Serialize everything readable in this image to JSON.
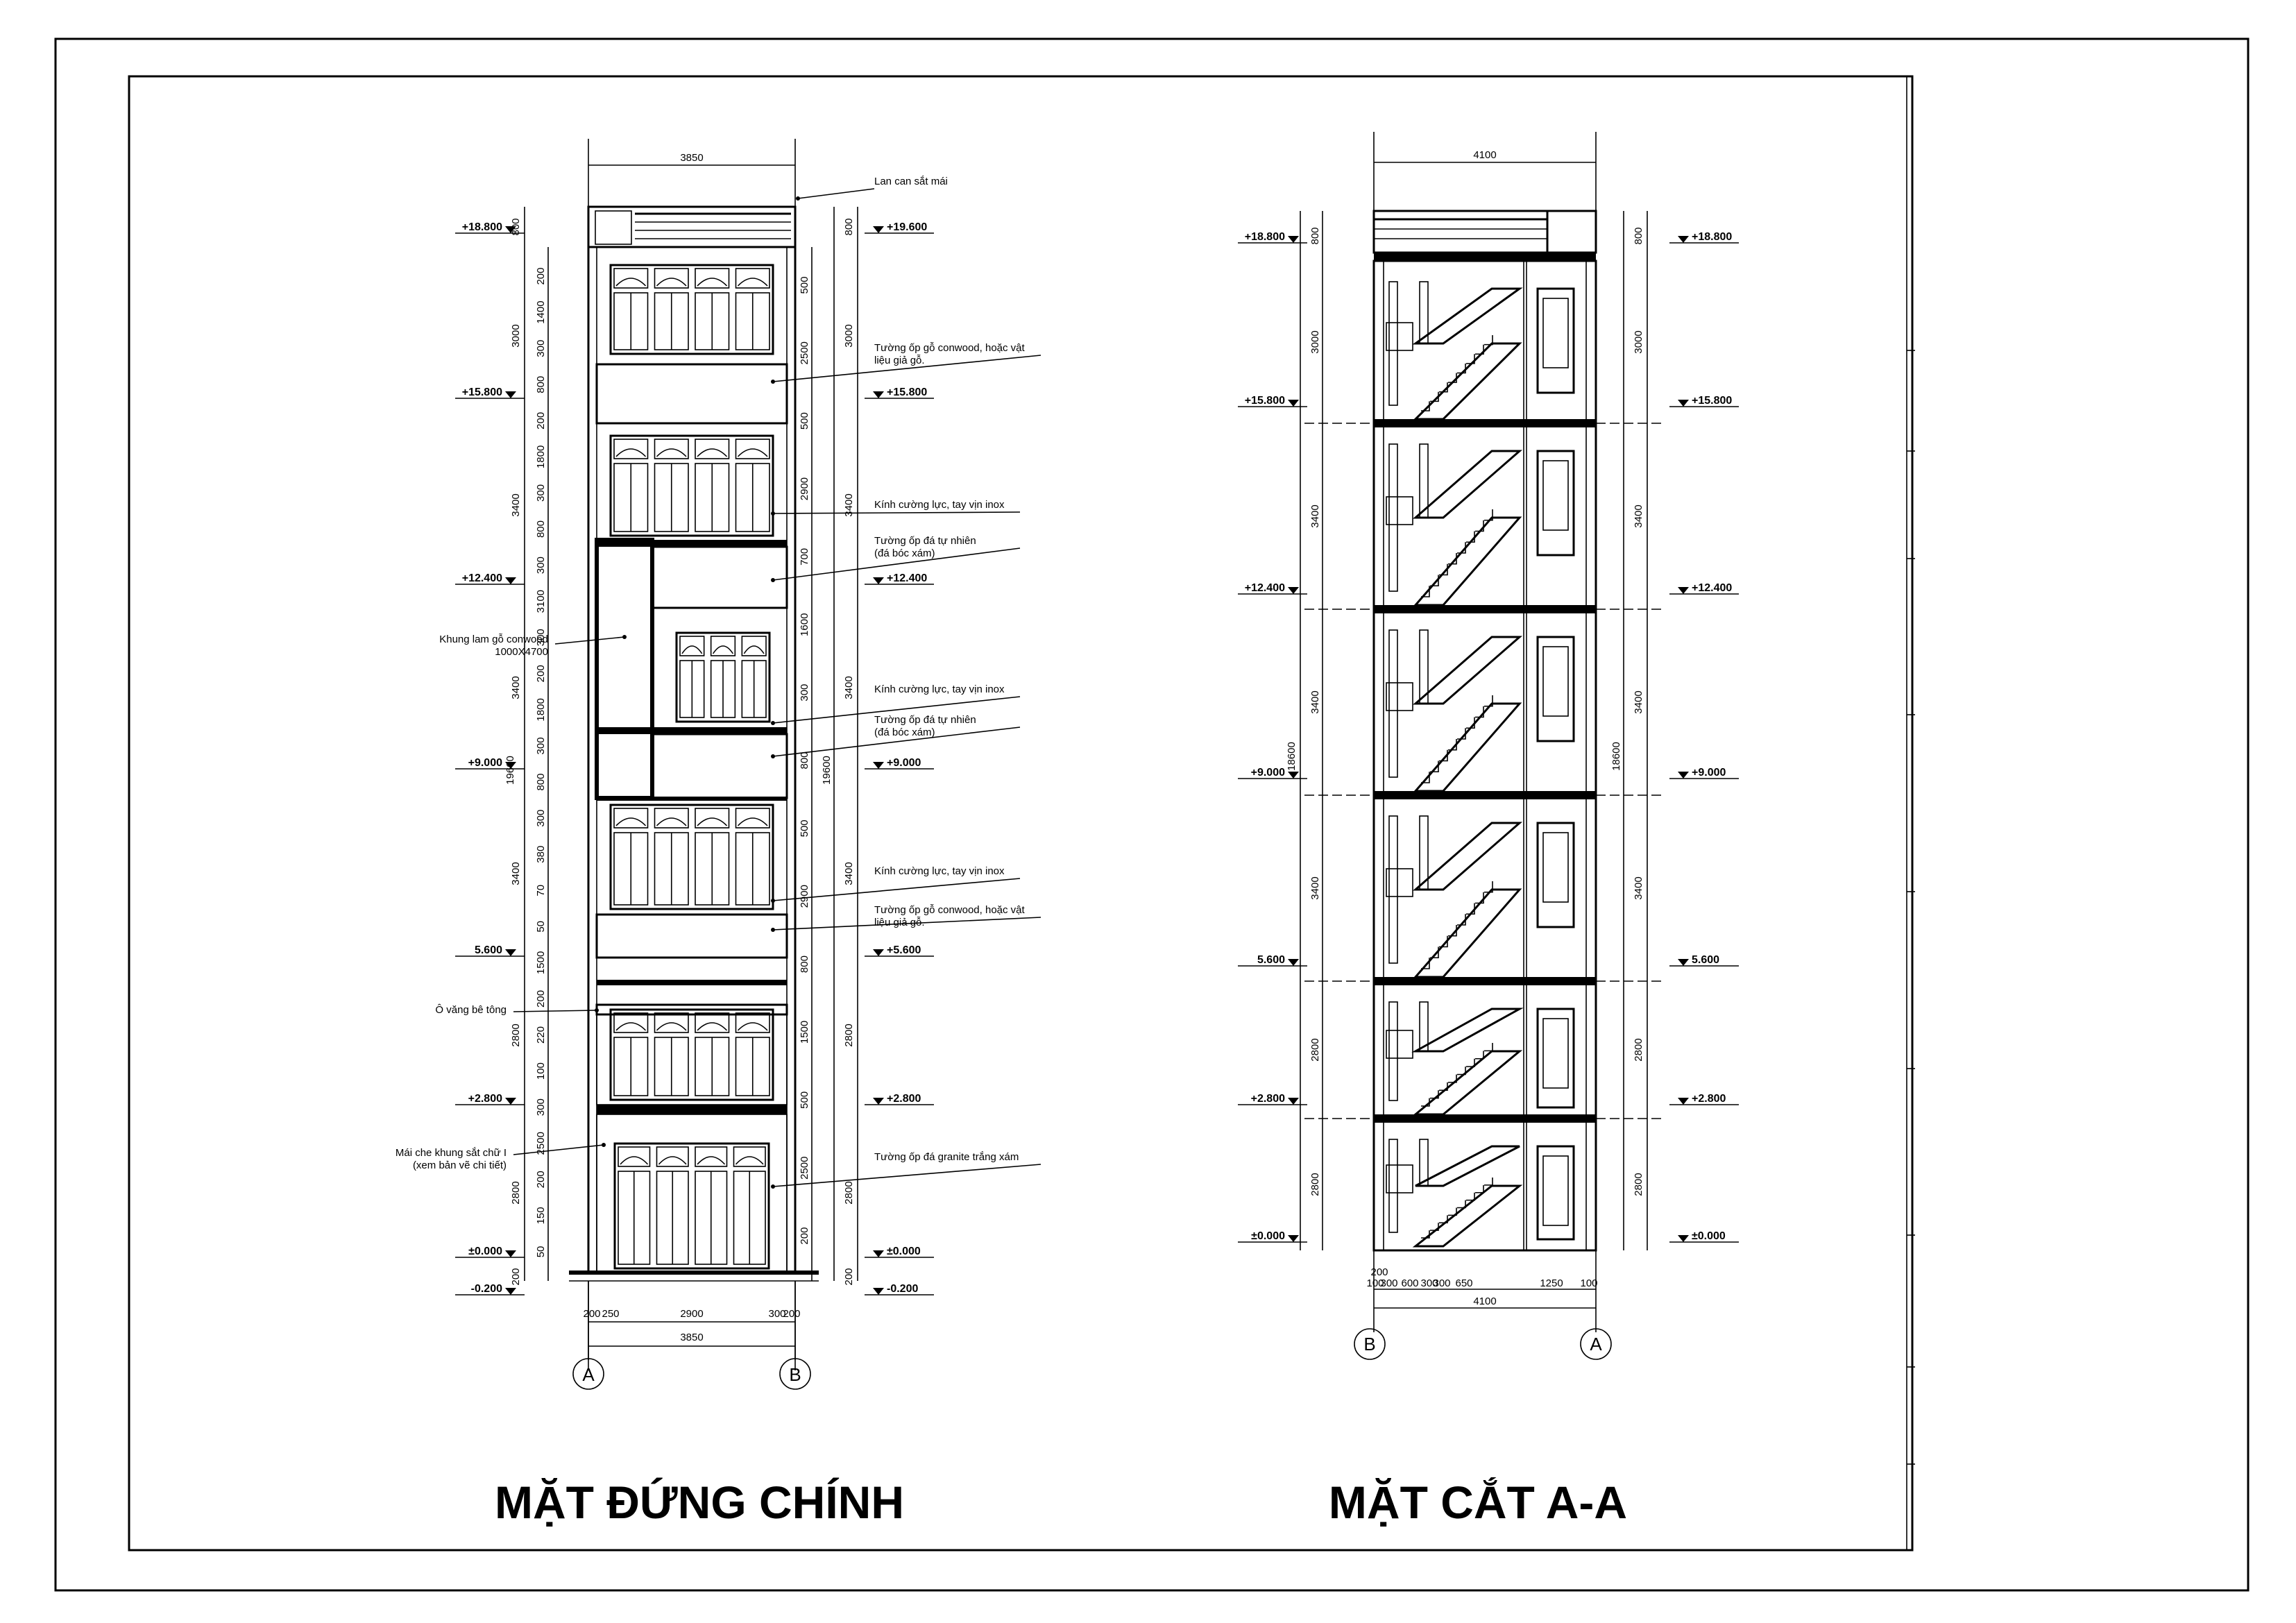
{
  "titles": {
    "elevation": "MẶT ĐỨNG CHÍNH",
    "section": "MẶT CẮT A-A"
  },
  "axes": {
    "a": "A",
    "b": "B"
  },
  "levels": [
    "+18.800",
    "+15.800",
    "+12.400",
    "+9.000",
    "5.600",
    "+2.800",
    "±0.000",
    "-0.200"
  ],
  "levels_right": [
    "+19.600",
    "+15.800",
    "+12.400",
    "+9.000",
    "+5.600",
    "+2.800",
    "±0.000",
    "-0.200"
  ],
  "levels_section_right": [
    "+18.800",
    "+15.800",
    "+12.400",
    "+9.000",
    "5.600",
    "+2.800",
    "±0.000"
  ],
  "elev_dims": {
    "top_width": "3850",
    "bottom_width": "3850",
    "bottom_parts": [
      "200",
      "250",
      "2900",
      "300",
      "200"
    ],
    "outer_left": [
      "800",
      "3000",
      "3400",
      "3400",
      "3400",
      "2800",
      "2800",
      "200"
    ],
    "inner_left": [
      "200",
      "1400",
      "300",
      "800",
      "200",
      "1800",
      "300",
      "800",
      "300",
      "3100",
      "300",
      "200",
      "1800",
      "300",
      "800",
      "300",
      "380",
      "70",
      "50",
      "1500",
      "200",
      "220",
      "100",
      "300",
      "2500",
      "200",
      "150",
      "50"
    ],
    "inner_right": [
      "500",
      "2500",
      "500",
      "2900",
      "700",
      "1600",
      "300",
      "800",
      "500",
      "2900",
      "800",
      "1500",
      "500",
      "2500",
      "200"
    ],
    "outer_right": [
      "800",
      "3000",
      "3400",
      "3400",
      "3400",
      "2800",
      "2800",
      "200"
    ],
    "total": "19600"
  },
  "section_dims": {
    "top_width": "4100",
    "bottom_width": "4100",
    "bottom_parts": [
      "200",
      "100",
      "300",
      "600",
      "300",
      "300",
      "650",
      "1250",
      "100"
    ],
    "left": [
      "800",
      "3000",
      "3400",
      "3400",
      "3400",
      "2800",
      "2800"
    ],
    "right": [
      "800",
      "3000",
      "3400",
      "3400",
      "3400",
      "2800",
      "2800"
    ],
    "total": "18600"
  },
  "notes": {
    "lan_can": "Lan can sắt mái",
    "go1_a": "Tường ốp gỗ conwood, hoặc vật",
    "go1_b": "liệu giả gỗ.",
    "kinh1": "Kính cường lực, tay vịn inox",
    "da1_a": "Tường ốp đá tự nhiên",
    "da1_b": "(đá bóc xám)",
    "kinh2": "Kính cường lực, tay vịn inox",
    "da2_a": "Tường ốp đá tự nhiên",
    "da2_b": "(đá bóc xám)",
    "kinh3": "Kính cường lực, tay vịn inox",
    "go2_a": "Tường ốp gỗ conwood, hoặc vật",
    "go2_b": "liệu giả gỗ.",
    "granite": "Tường ốp đá granite trắng xám",
    "lam_a": "Khung lam gỗ conwood",
    "lam_b": "1000X4700",
    "o_vang": "Ô văng bê tông",
    "mai_a": "Mái che khung sắt chữ I",
    "mai_b": "(xem bản vẽ chi tiết)"
  }
}
